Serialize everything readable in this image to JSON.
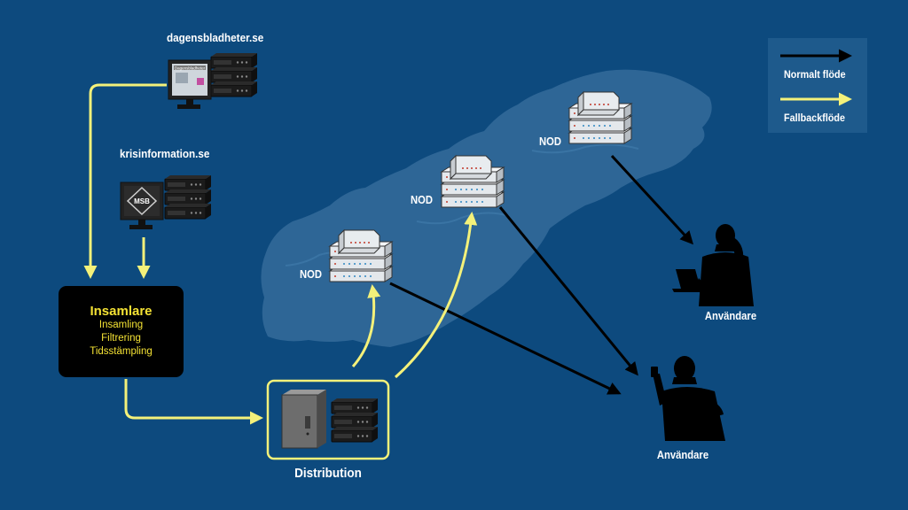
{
  "sources": [
    {
      "label": "dagensbladheter.se",
      "screen_text": "Dagensbladheter"
    },
    {
      "label": "krisinformation.se",
      "screen_text": "MSB"
    }
  ],
  "collector": {
    "title": "Insamlare",
    "items": [
      "Insamling",
      "Filtrering",
      "Tidsstämpling"
    ]
  },
  "distribution": {
    "label": "Distribution"
  },
  "nodes": [
    {
      "label": "NOD"
    },
    {
      "label": "NOD"
    },
    {
      "label": "NOD"
    }
  ],
  "users": [
    {
      "label": "Användare"
    },
    {
      "label": "Användare"
    }
  ],
  "legend": {
    "normal_label": "Normalt flöde",
    "fallback_label": "Fallbackflöde"
  },
  "colors": {
    "background": "#0d4a7e",
    "map": "#2e6696",
    "normal_flow": "#000000",
    "fallback_flow": "#f4f17a",
    "collector_text": "#f4e234"
  }
}
